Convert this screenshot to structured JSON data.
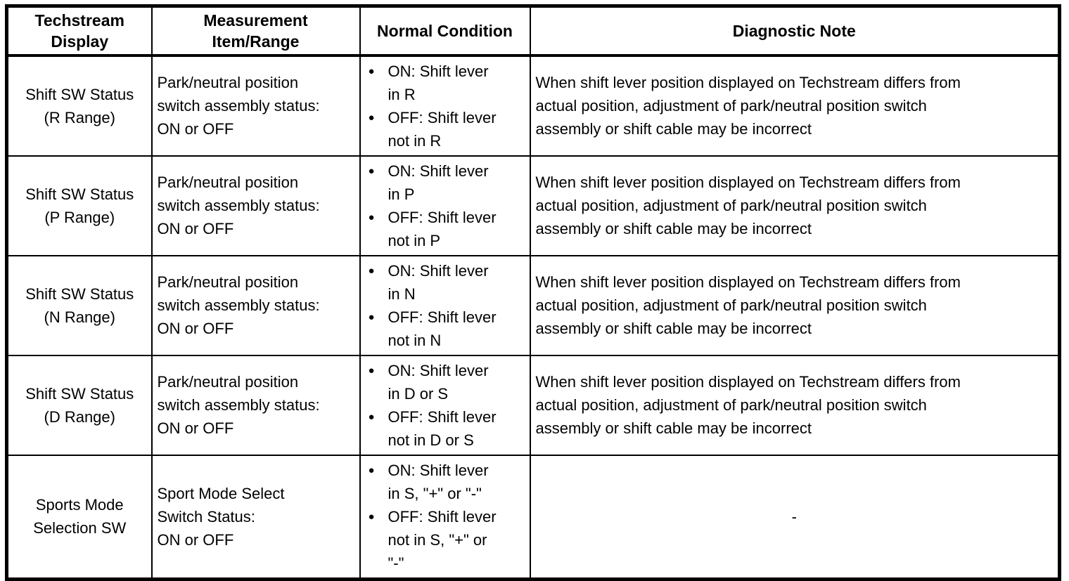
{
  "table": {
    "bullet_icon": "●",
    "headers": [
      "Techstream\nDisplay",
      "Measurement\nItem/Range",
      "Normal Condition",
      "Diagnostic Note"
    ],
    "rows": [
      {
        "techstream_display": "Shift SW Status\n(R Range)",
        "measurement_item_range": "Park/neutral position\nswitch assembly status:\nON or OFF",
        "normal_conditions": [
          "ON: Shift lever\nin R",
          "OFF: Shift lever\nnot in R"
        ],
        "diagnostic_note": "When shift lever position displayed on Techstream differs from\nactual position, adjustment of park/neutral position switch\nassembly or shift cable may be incorrect"
      },
      {
        "techstream_display": "Shift SW Status\n(P Range)",
        "measurement_item_range": "Park/neutral position\nswitch assembly status:\nON or OFF",
        "normal_conditions": [
          "ON: Shift lever\nin P",
          "OFF: Shift lever\nnot in P"
        ],
        "diagnostic_note": "When shift lever position displayed on Techstream differs from\nactual position, adjustment of park/neutral position switch\nassembly or shift cable may be incorrect"
      },
      {
        "techstream_display": "Shift SW Status\n(N Range)",
        "measurement_item_range": "Park/neutral position\nswitch assembly status:\nON or OFF",
        "normal_conditions": [
          "ON: Shift lever\nin N",
          "OFF: Shift lever\nnot in N"
        ],
        "diagnostic_note": "When shift lever position displayed on Techstream differs from\nactual position, adjustment of park/neutral position switch\nassembly or shift cable may be incorrect"
      },
      {
        "techstream_display": "Shift SW Status\n(D Range)",
        "measurement_item_range": "Park/neutral position\nswitch assembly status:\nON or OFF",
        "normal_conditions": [
          "ON: Shift lever\nin D or S",
          "OFF: Shift lever\nnot in D or S"
        ],
        "diagnostic_note": "When shift lever position displayed on Techstream differs from\nactual position, adjustment of park/neutral position switch\nassembly or shift cable may be incorrect"
      },
      {
        "techstream_display": "Sports Mode\nSelection SW",
        "measurement_item_range": "Sport Mode Select\nSwitch Status:\nON or OFF",
        "normal_conditions": [
          "ON: Shift lever\nin S, \"+\" or \"-\"",
          "OFF: Shift lever\nnot in S, \"+\" or\n\"-\""
        ],
        "diagnostic_note": "-"
      }
    ]
  }
}
